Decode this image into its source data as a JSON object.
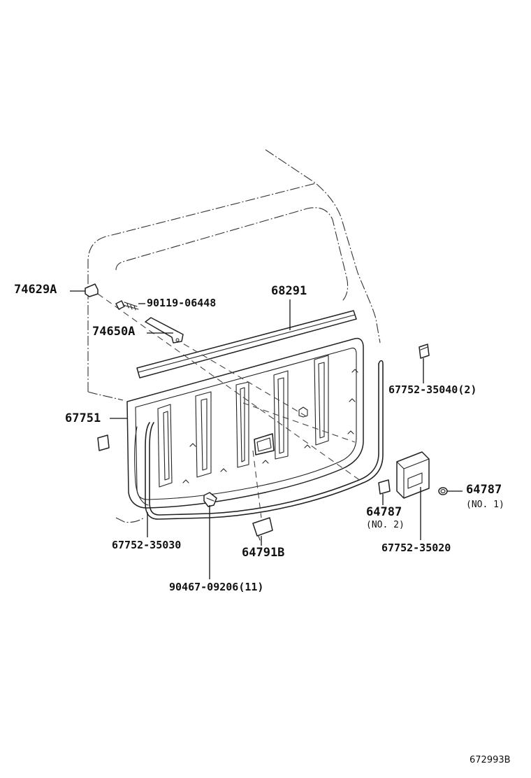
{
  "callouts": {
    "p74629A": "74629A",
    "p90119": "90119-06448",
    "p68291": "68291",
    "p74650A": "74650A",
    "p67752_35040": "67752-35040(2)",
    "p67751": "67751",
    "p64787_no1": "64787",
    "no1": "(NO. 1)",
    "p64787_no2": "64787",
    "no2": "(NO. 2)",
    "p67752_35030": "67752-35030",
    "p64791B": "64791B",
    "p67752_35020": "67752-35020",
    "p90467": "90467-09206(11)"
  },
  "diagram_ref": "672993B"
}
